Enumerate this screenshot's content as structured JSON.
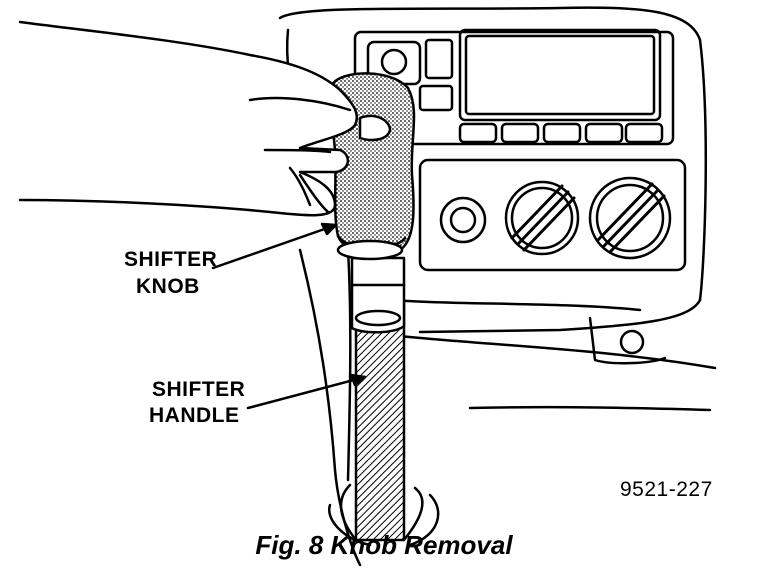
{
  "labels": {
    "shifter_knob_line1": "SHIFTER",
    "shifter_knob_line2": "KNOB",
    "shifter_handle_line1": "SHIFTER",
    "shifter_handle_line2": "HANDLE"
  },
  "figure_id": "9521-227",
  "caption": "Fig. 8 Knob Removal",
  "colors": {
    "ink": "#000000",
    "paper": "#ffffff"
  }
}
